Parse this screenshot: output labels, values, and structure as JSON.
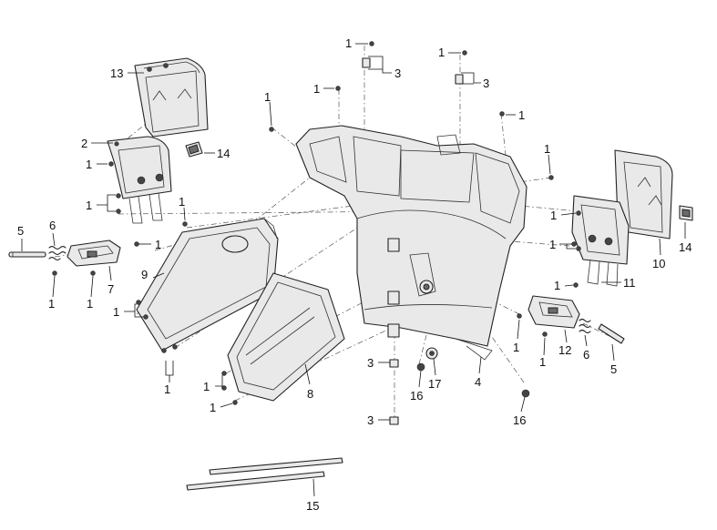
{
  "callouts": [
    {
      "id": "c1a",
      "text": "1"
    },
    {
      "id": "c1b",
      "text": "1"
    },
    {
      "id": "c1c",
      "text": "1"
    },
    {
      "id": "c1d",
      "text": "1"
    },
    {
      "id": "c1e",
      "text": "1"
    },
    {
      "id": "c1f",
      "text": "1"
    },
    {
      "id": "c1g",
      "text": "1"
    },
    {
      "id": "c1h",
      "text": "1"
    },
    {
      "id": "c1i",
      "text": "1"
    },
    {
      "id": "c1j",
      "text": "1"
    },
    {
      "id": "c1k",
      "text": "1"
    },
    {
      "id": "c1l",
      "text": "1"
    },
    {
      "id": "c1m",
      "text": "1"
    },
    {
      "id": "c1n",
      "text": "1"
    },
    {
      "id": "c1o",
      "text": "1"
    },
    {
      "id": "c1p",
      "text": "1"
    },
    {
      "id": "c1q",
      "text": "1"
    },
    {
      "id": "c1r",
      "text": "1"
    },
    {
      "id": "c1s",
      "text": "1"
    },
    {
      "id": "c1t",
      "text": "1"
    },
    {
      "id": "c1u",
      "text": "1"
    },
    {
      "id": "c2",
      "text": "2"
    },
    {
      "id": "c3a",
      "text": "3"
    },
    {
      "id": "c3b",
      "text": "3"
    },
    {
      "id": "c3c",
      "text": "3"
    },
    {
      "id": "c3d",
      "text": "3"
    },
    {
      "id": "c4",
      "text": "4"
    },
    {
      "id": "c5a",
      "text": "5"
    },
    {
      "id": "c5b",
      "text": "5"
    },
    {
      "id": "c6a",
      "text": "6"
    },
    {
      "id": "c6b",
      "text": "6"
    },
    {
      "id": "c7",
      "text": "7"
    },
    {
      "id": "c8",
      "text": "8"
    },
    {
      "id": "c9",
      "text": "9"
    },
    {
      "id": "c10",
      "text": "10"
    },
    {
      "id": "c11",
      "text": "11"
    },
    {
      "id": "c12",
      "text": "12"
    },
    {
      "id": "c13",
      "text": "13"
    },
    {
      "id": "c14a",
      "text": "14"
    },
    {
      "id": "c14b",
      "text": "14"
    },
    {
      "id": "c15",
      "text": "15"
    },
    {
      "id": "c16a",
      "text": "16"
    },
    {
      "id": "c16b",
      "text": "16"
    },
    {
      "id": "c17",
      "text": "17"
    }
  ]
}
